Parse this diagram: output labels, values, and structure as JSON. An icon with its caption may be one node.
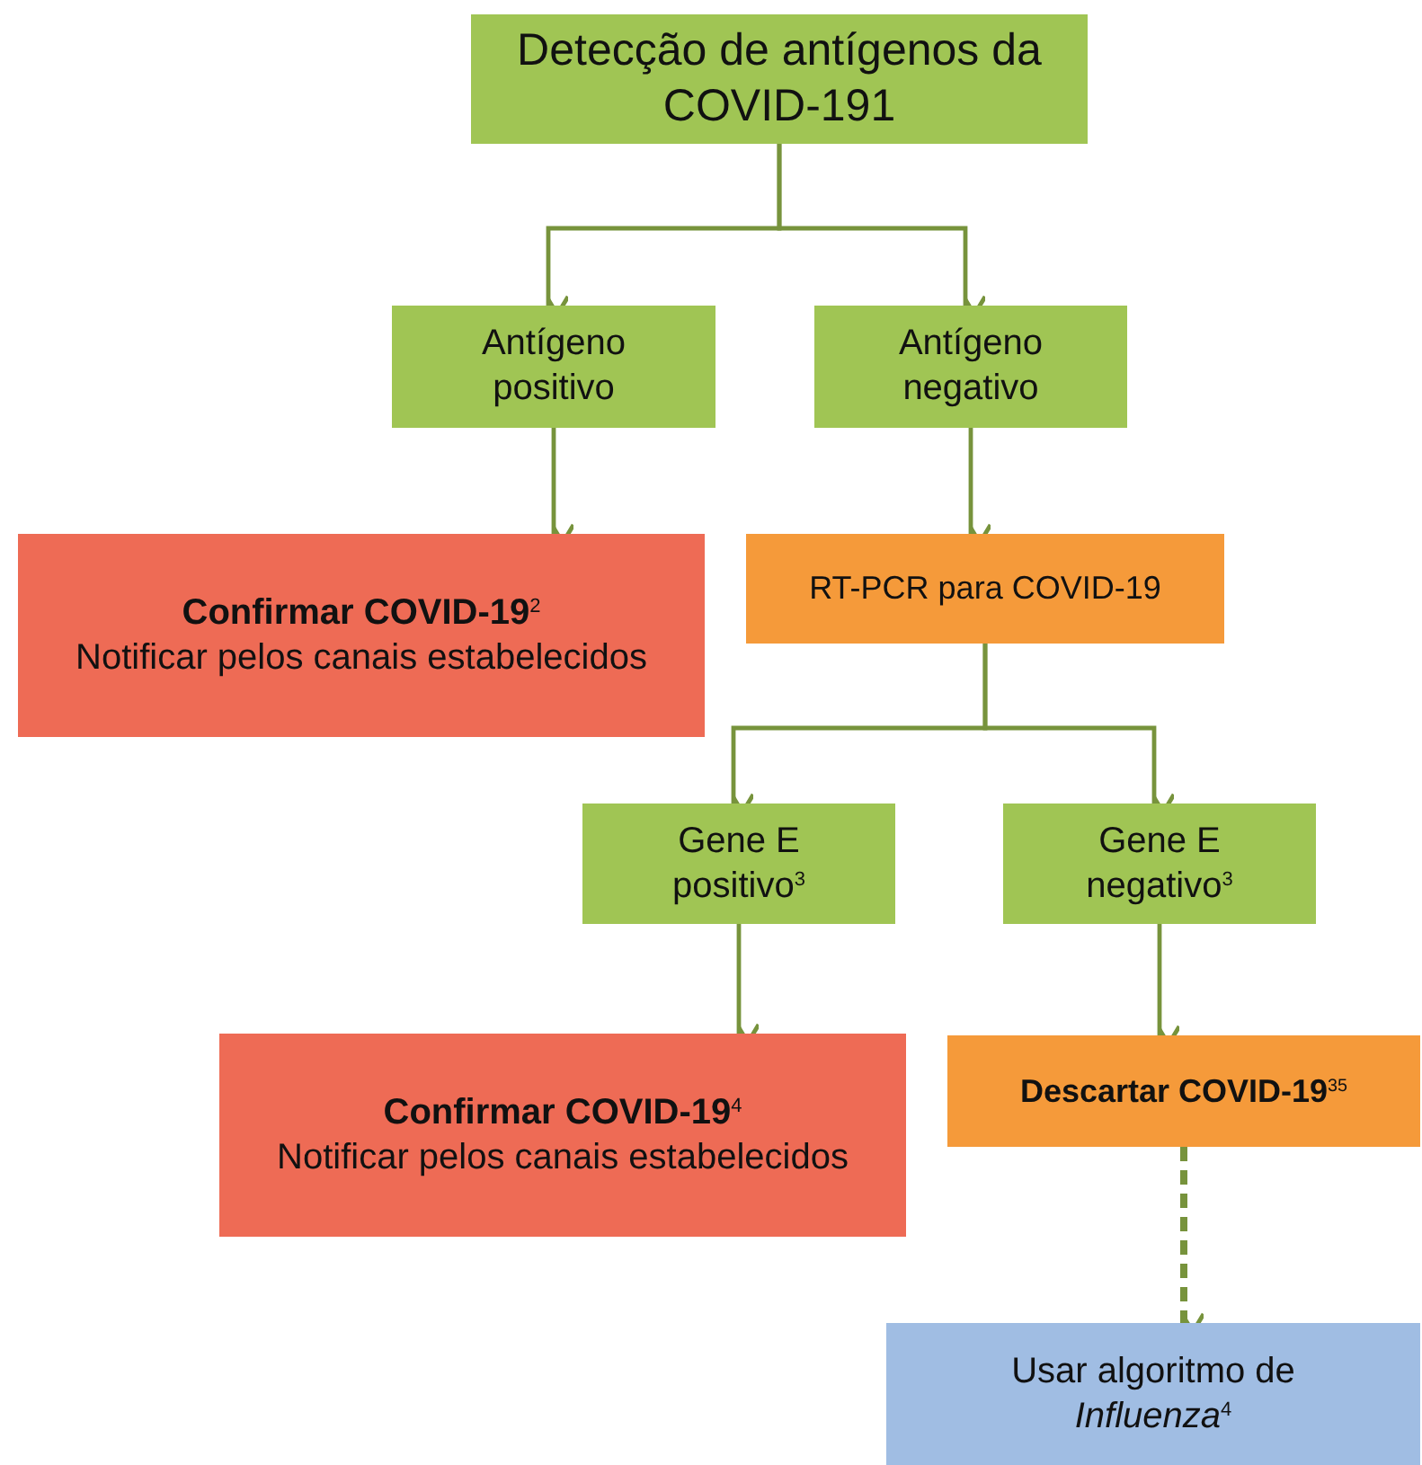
{
  "diagram": {
    "nodes": [
      {
        "text": [
          "Detecção de antígenos da COVID-191"
        ]
      },
      {
        "text": [
          "Antígeno positivo"
        ]
      },
      {
        "text": [
          "Antígeno negativo"
        ]
      },
      {
        "text": [
          "Confirmar COVID-19$^{2}$",
          "Notificar pelos canais estabelecidos"
        ]
      },
      {
        "text": [
          "RT-PCR para COVID-19"
        ]
      },
      {
        "text": [
          "Gene E positivo$^{3}$"
        ]
      },
      {
        "text": [
          "Gene E negativo$^{3}$"
        ]
      },
      {
        "text": [
          "Confirmar COVID-19$^{4}$",
          "Notificar pelos canais estabelecidos"
        ]
      },
      {
        "text": [
          "Descartar COVID-19$^{35}$"
        ]
      },
      {
        "text": [
          "Usar algoritmo de *Influenza*$^{4}$"
        ]
      }
    ],
    "edges": [
      {
        "from": 0,
        "to": 1,
        "arrow": "to"
      },
      {
        "from": 0,
        "to": 2,
        "arrow": "to"
      },
      {
        "from": 1,
        "to": 3,
        "arrow": "to"
      },
      {
        "from": 2,
        "to": 4,
        "arrow": "to"
      },
      {
        "from": 4,
        "to": 5,
        "arrow": "to"
      },
      {
        "from": 4,
        "to": 6,
        "arrow": "to"
      },
      {
        "from": 5,
        "to": 7,
        "arrow": "to"
      },
      {
        "from": 6,
        "to": 8,
        "arrow": "to"
      },
      {
        "from": 8,
        "to": 9,
        "arrow": "to",
        "style": "dashed"
      }
    ]
  }
}
